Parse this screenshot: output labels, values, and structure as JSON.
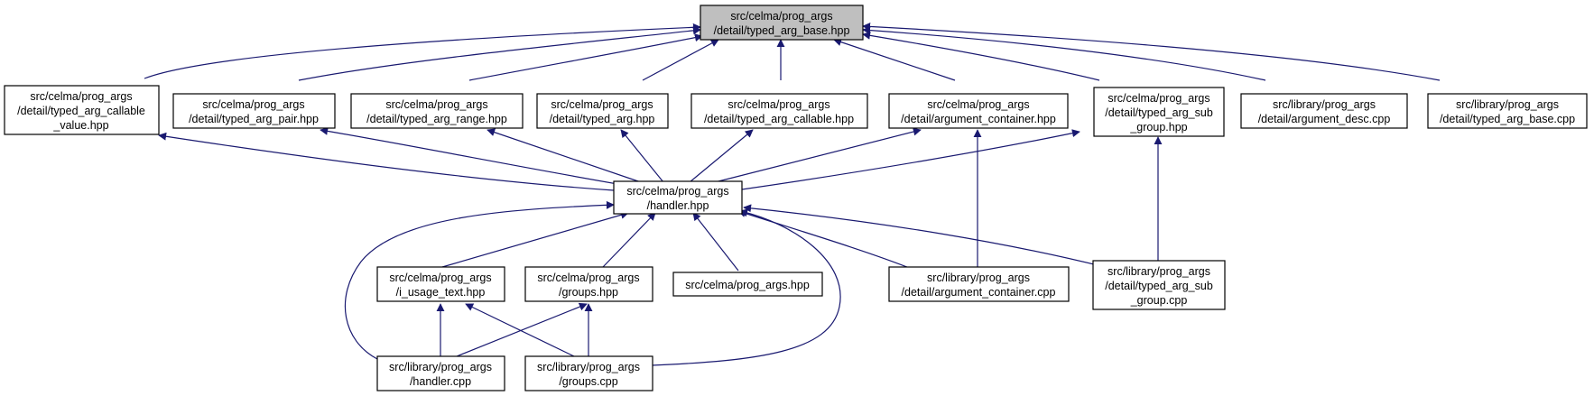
{
  "colors": {
    "edge": "#191970",
    "root_fill": "#bfbfbf",
    "node_fill": "#ffffff",
    "border": "#000000"
  },
  "nodes": {
    "root": [
      "src/celma/prog_args",
      "/detail/typed_arg_base.hpp"
    ],
    "callable_value": [
      "src/celma/prog_args",
      "/detail/typed_arg_callable",
      "_value.hpp"
    ],
    "pair": [
      "src/celma/prog_args",
      "/detail/typed_arg_pair.hpp"
    ],
    "range": [
      "src/celma/prog_args",
      "/detail/typed_arg_range.hpp"
    ],
    "typed_arg": [
      "src/celma/prog_args",
      "/detail/typed_arg.hpp"
    ],
    "callable": [
      "src/celma/prog_args",
      "/detail/typed_arg_callable.hpp"
    ],
    "argument_container": [
      "src/celma/prog_args",
      "/detail/argument_container.hpp"
    ],
    "sub_group": [
      "src/celma/prog_args",
      "/detail/typed_arg_sub",
      "_group.hpp"
    ],
    "argument_desc_cpp": [
      "src/library/prog_args",
      "/detail/argument_desc.cpp"
    ],
    "typed_arg_base_cpp": [
      "src/library/prog_args",
      "/detail/typed_arg_base.cpp"
    ],
    "handler_hpp": [
      "src/celma/prog_args",
      "/handler.hpp"
    ],
    "i_usage_text": [
      "src/celma/prog_args",
      "/i_usage_text.hpp"
    ],
    "groups_hpp": [
      "src/celma/prog_args",
      "/groups.hpp"
    ],
    "prog_args_hpp": [
      "src/celma/prog_args.hpp"
    ],
    "argument_container_cpp": [
      "src/library/prog_args",
      "/detail/argument_container.cpp"
    ],
    "sub_group_cpp": [
      "src/library/prog_args",
      "/detail/typed_arg_sub",
      "_group.cpp"
    ],
    "handler_cpp": [
      "src/library/prog_args",
      "/handler.cpp"
    ],
    "groups_cpp": [
      "src/library/prog_args",
      "/groups.cpp"
    ]
  }
}
